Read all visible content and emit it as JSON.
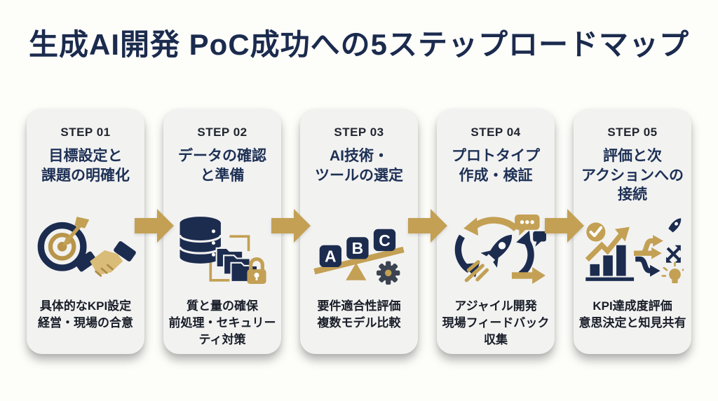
{
  "page": {
    "title": "生成AI開発 PoC成功への5ステップロードマップ"
  },
  "colors": {
    "navy": "#1c2c4f",
    "gold": "#c3a054",
    "gold_light": "#d9bc77",
    "gear_gray": "#3b4350",
    "card_bg": "#f2f2f1",
    "page_bg": "#fdfdfa",
    "title_text": "#1b2b4e",
    "step_text": "#21262f",
    "desc_text": "#181d28"
  },
  "connector": {
    "shape": "gold-right-arrow",
    "count": 4
  },
  "steps": [
    {
      "label": "STEP 01",
      "title_lines": {
        "0": "目標設定と",
        "1": "課題の明確化"
      },
      "icon": "target-handshake-icon",
      "desc_lines": {
        "0": "具体的なKPI設定",
        "1": "経営・現場の合意"
      }
    },
    {
      "label": "STEP 02",
      "title_lines": {
        "0": "データの確認",
        "1": "と準備"
      },
      "icon": "database-folders-lock-icon",
      "desc_lines": {
        "0": "質と量の確保",
        "1": "前処理・セキュリー",
        "2": "ティ対策"
      }
    },
    {
      "label": "STEP 03",
      "title_lines": {
        "0": "AI技術・",
        "1": "ツールの選定"
      },
      "icon": "abc-balance-gear-icon",
      "desc_lines": {
        "0": "要件適合性評価",
        "1": "複数モデル比較"
      }
    },
    {
      "label": "STEP 04",
      "title_lines": {
        "0": "プロトタイプ",
        "1": "作成・検証"
      },
      "icon": "rocket-iteration-feedback-icon",
      "desc_lines": {
        "0": "アジャイル開発",
        "1": "現場フィードバック",
        "2": "収集"
      }
    },
    {
      "label": "STEP 05",
      "title_lines": {
        "0": "評価と次",
        "1": "アクションへの",
        "2": "接続"
      },
      "icon": "chart-branching-insight-icon",
      "desc_lines": {
        "0": "KPI達成度評価",
        "1": "意思決定と知見共有"
      }
    }
  ]
}
